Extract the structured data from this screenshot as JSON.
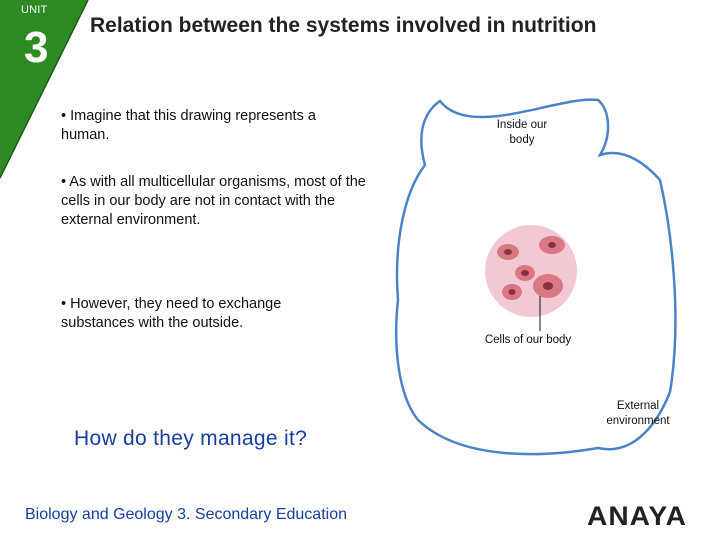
{
  "header": {
    "unit_label": "UNIT",
    "unit_number": "3",
    "title": "Relation between the systems involved in nutrition"
  },
  "bullets": [
    "• Imagine that this drawing represents a human.",
    "• As with all multicellular organisms, most of the cells in our body are not in contact with the external environment.",
    "• However, they need to exchange substances with the outside."
  ],
  "question": "How do they manage it?",
  "diagram": {
    "inside_label": "Inside our body",
    "cells_label": "Cells of our body",
    "external_label": "External environment"
  },
  "footer": "Biology and Geology 3. Secondary Education",
  "logo": "ANAYA",
  "colors": {
    "corner_green": "#2e8b23",
    "text_blue": "#163fa0",
    "body_outline": "#4a83c6",
    "cell_cluster": "#f2c9d2",
    "cell": "#d97885"
  }
}
